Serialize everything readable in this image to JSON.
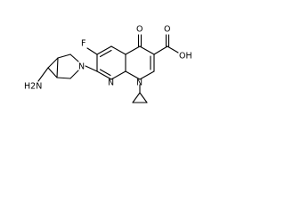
{
  "labels": {
    "fluorine": "F",
    "ketone_oxygen": "O",
    "acid_group": "OH",
    "acid_carbonyl_oxygen": "O",
    "amine_nitrogen": "N",
    "pyridine_nitrogen": "N",
    "ring_nitrogen": "N",
    "amine_substituent": "H2N"
  },
  "colors": {
    "bond": "#000000",
    "text": "#000000",
    "background": "#ffffff"
  }
}
